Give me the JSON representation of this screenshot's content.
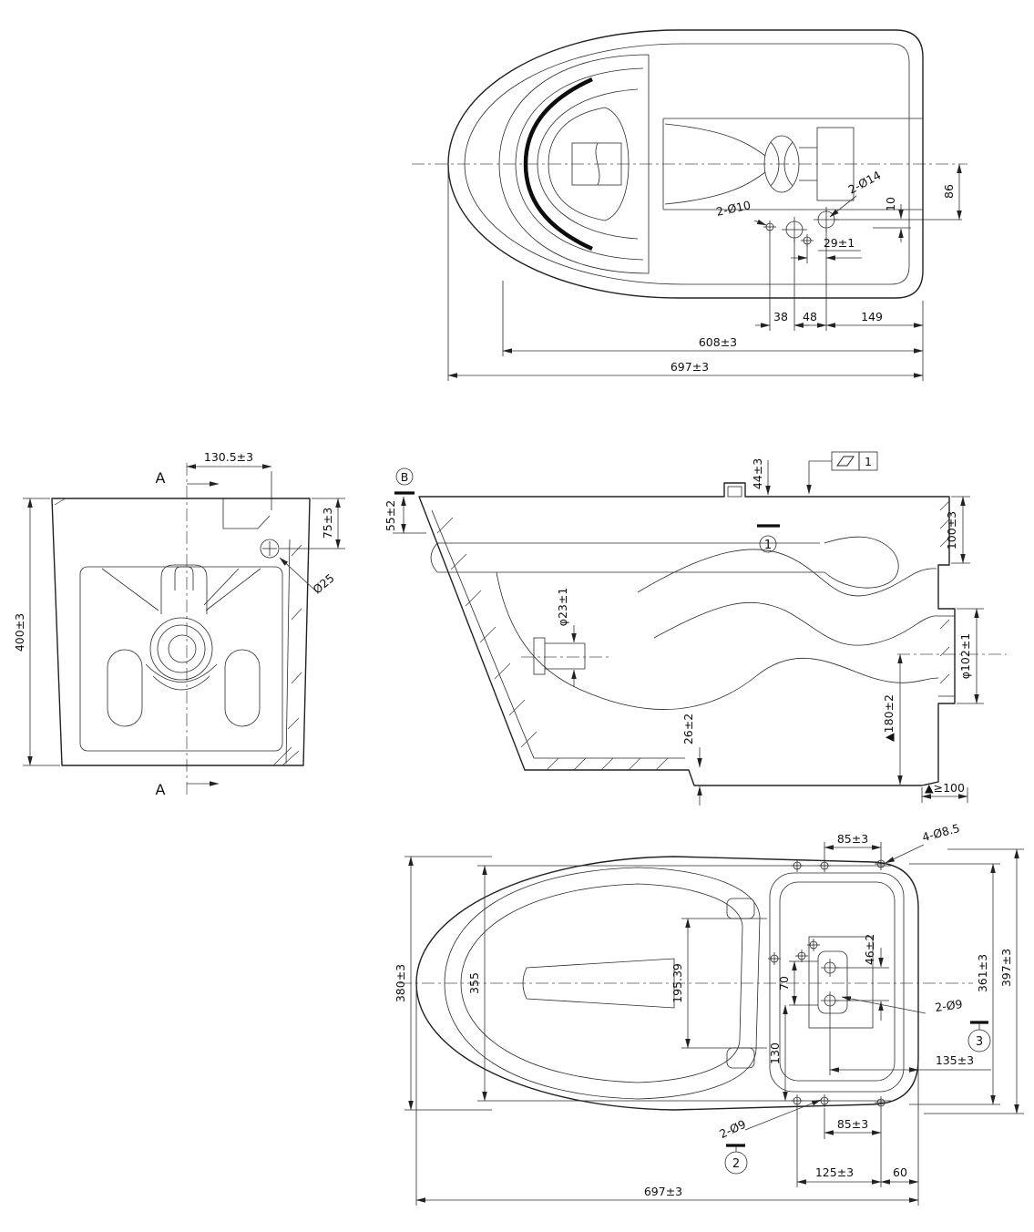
{
  "bv": {
    "holes14": "2-Ø14",
    "holes10": "2-Ø10",
    "d10": "10",
    "d86": "86",
    "d29": "29±1",
    "d38": "38",
    "d48": "48",
    "d149": "149",
    "d608": "608±3",
    "d697": "697±3"
  },
  "rv": {
    "a": "A",
    "d130": "130.5±3",
    "d75": "75±3",
    "d400": "400±3",
    "d25": "Ø25"
  },
  "sv": {
    "b": "B",
    "d55": "55±2",
    "d44": "44±3",
    "fcf": "1",
    "d100": "100±3",
    "d23": "φ23±1",
    "d102": "φ102±1",
    "d26": "26±2",
    "d180": "▲180±2",
    "d100min": "▲≥100",
    "t1": "1"
  },
  "pv": {
    "d85": "85±3",
    "holes85": "4-Ø8.5",
    "d380": "380±3",
    "d355": "355",
    "d195": "195.39",
    "d70": "70",
    "d46": "46±2",
    "d130": "130",
    "d361": "361±3",
    "d397": "397±3",
    "d135": "135±3",
    "holes9": "2-Ø9",
    "t3": "3",
    "t2": "2",
    "d125": "125±3",
    "d60": "60",
    "d697": "697±3"
  }
}
